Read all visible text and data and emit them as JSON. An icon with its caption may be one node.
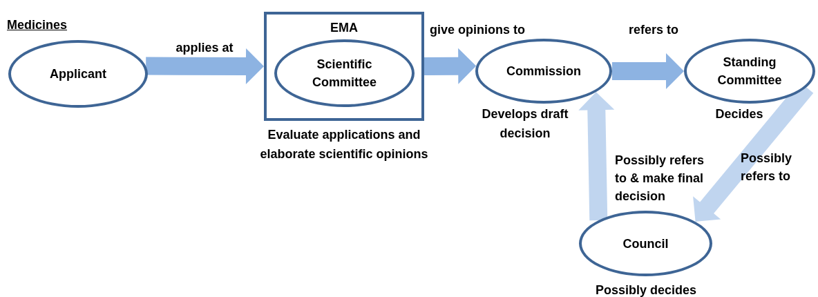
{
  "diagram": {
    "title": "Medicines",
    "nodes": [
      {
        "text": [
          "Applicant"
        ]
      },
      {
        "text": [
          "EMA"
        ],
        "beside": [
          "Evaluate applications and elaborate scientific opinions"
        ]
      },
      {
        "text": [
          "Scientific Committee"
        ],
        "in": 1
      },
      {
        "text": [
          "Commission"
        ],
        "beside": [
          "Develops draft decision"
        ]
      },
      {
        "text": [
          "Standing Committee"
        ],
        "beside": [
          "Decides"
        ]
      },
      {
        "text": [
          "Council"
        ],
        "beside": [
          "Possibly decides"
        ]
      }
    ],
    "edges": [
      {
        "from": 0,
        "to": 1,
        "arrow": "to",
        "label": "applies at",
        "style": "thick"
      },
      {
        "from": 1,
        "to": 3,
        "arrow": "to",
        "label": "give opinions to",
        "style": "thick"
      },
      {
        "from": 3,
        "to": 4,
        "arrow": "to",
        "label": "refers to",
        "style": "thick"
      },
      {
        "from": 4,
        "to": 5,
        "arrow": "to",
        "label": "Possibly refers to",
        "style": "thick"
      },
      {
        "from": 5,
        "to": 3,
        "arrow": "to",
        "label": "Possibly refers to & make final decision",
        "style": "thick"
      }
    ]
  }
}
